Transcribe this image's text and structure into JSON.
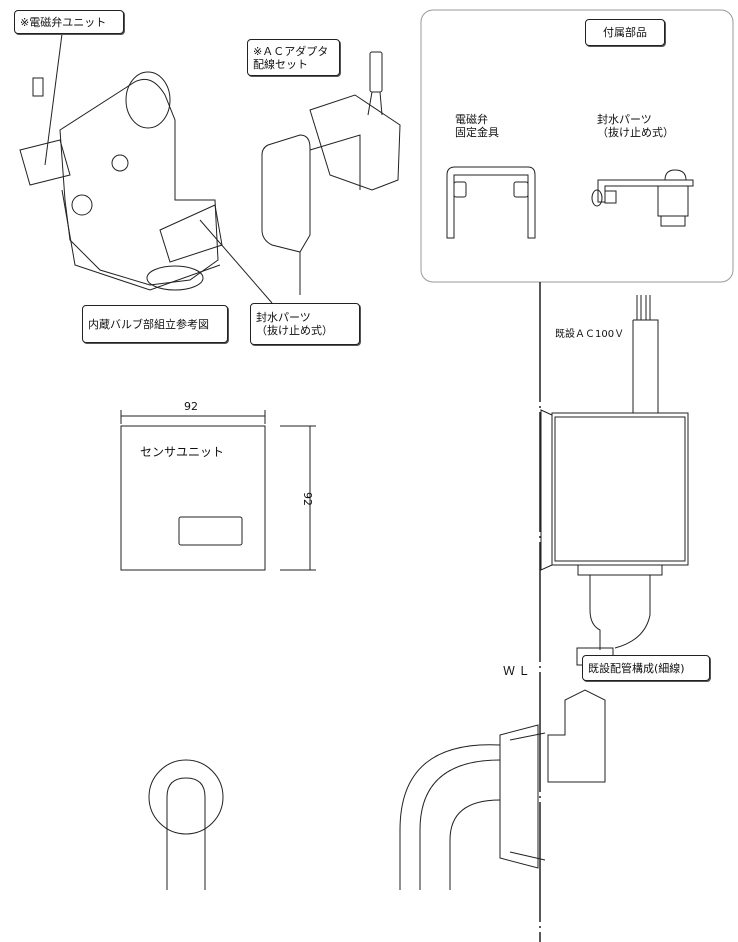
{
  "labels": {
    "solenoid_unit": "※電磁弁ユニット",
    "ac_adapter_line1": "※ＡＣアダプタ",
    "ac_adapter_line2": "配線セット",
    "valve_assembly_ref": "内蔵バルブ部組立参考図",
    "seal_parts_line1": "封水パーツ",
    "seal_parts_line2": "（抜け止め式）",
    "accessories_title": "付属部品",
    "bracket_line1": "電磁弁",
    "bracket_line2": "固定金具",
    "acc_seal_line1": "封水パーツ",
    "acc_seal_line2": "（抜け止め式）",
    "existing_power": "既設ＡＣ100Ｖ",
    "sensor_unit": "センサユニット",
    "dim_width": "92",
    "dim_height": "92",
    "water_line": "ＷＬ",
    "existing_piping": "既設配管構成(細線)"
  }
}
